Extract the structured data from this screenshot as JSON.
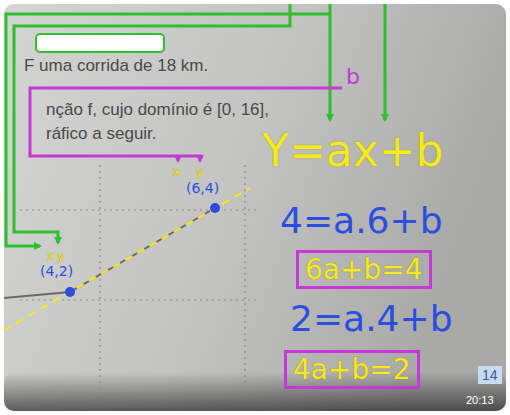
{
  "diagram": {
    "nodes": [
      {
        "text": [
          "6a+b=4"
        ]
      },
      {
        "text": [
          "4a+b=2"
        ]
      }
    ],
    "labels": [
      "F uma corrida de 18 km.",
      "nção f, cujo domínio é [0, 16],",
      "ráfico a seguir.",
      "x",
      "y",
      "(4,2)",
      "x",
      "y",
      "(6,4)",
      "Y=ax+b",
      "4=a.6+b",
      "2=a.4+b",
      "b",
      "14",
      "20:13"
    ]
  }
}
